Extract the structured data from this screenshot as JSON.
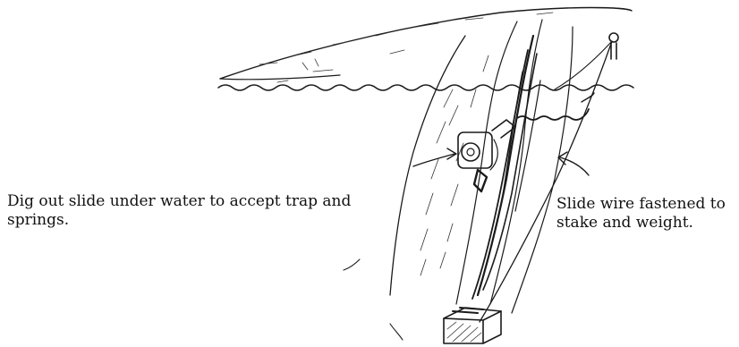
{
  "annotations": {
    "left": {
      "line1": "Dig out slide under water to accept trap and",
      "line2": "springs."
    },
    "right": {
      "line1": "Slide wire fastened to",
      "line2": "stake and weight."
    }
  },
  "colors": {
    "ink": "#1a1a1a",
    "background": "#ffffff"
  }
}
